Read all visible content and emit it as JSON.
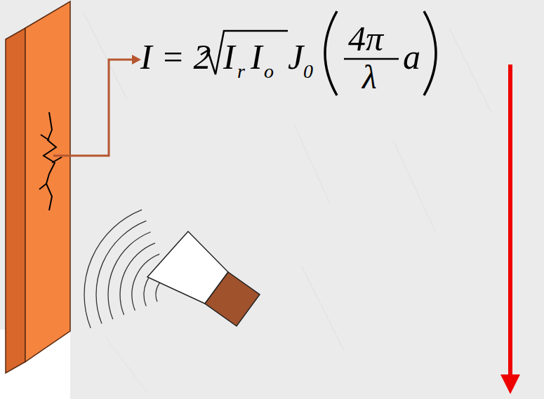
{
  "diagram": {
    "labels": [
      "I = 2",
      "I",
      "r",
      "I",
      "o",
      "J",
      "0",
      "4π",
      "λ",
      "a"
    ]
  }
}
